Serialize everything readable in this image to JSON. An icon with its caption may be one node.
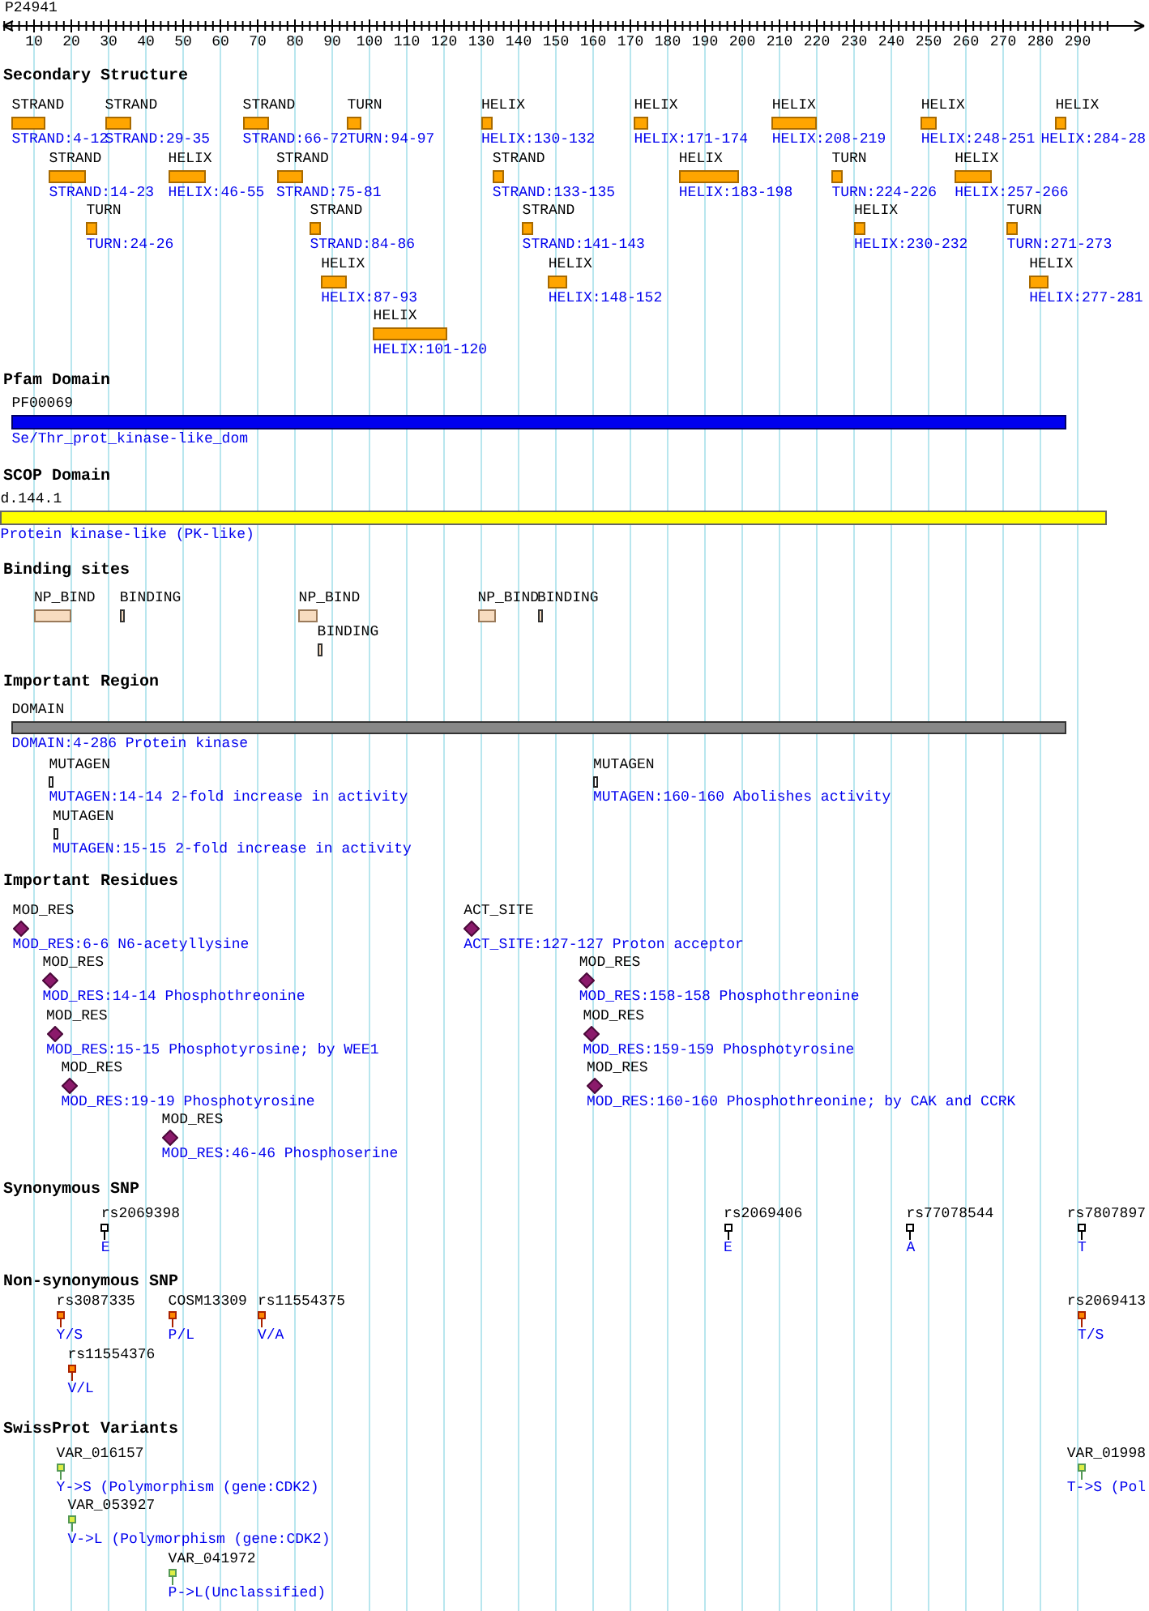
{
  "diagram": {
    "nodes": [
      {
        "text": [
          "STRAND",
          "STRAND:4-12"
        ]
      },
      {
        "text": [
          "STRAND",
          "STRAND:29-35"
        ]
      },
      {
        "text": [
          "STRAND",
          "STRAND:66-72"
        ]
      },
      {
        "text": [
          "TURN",
          "TURN:94-97"
        ]
      },
      {
        "text": [
          "HELIX",
          "HELIX:130-132"
        ]
      },
      {
        "text": [
          "HELIX",
          "HELIX:171-174"
        ]
      },
      {
        "text": [
          "HELIX",
          "HELIX:208-219"
        ]
      },
      {
        "text": [
          "HELIX",
          "HELIX:248-251"
        ]
      },
      {
        "text": [
          "HELIX",
          "HELIX:284-28"
        ]
      },
      {
        "text": [
          "STRAND",
          "STRAND:14-23"
        ]
      },
      {
        "text": [
          "HELIX",
          "HELIX:46-55"
        ]
      },
      {
        "text": [
          "STRAND",
          "STRAND:75-81"
        ]
      },
      {
        "text": [
          "STRAND",
          "STRAND:133-135"
        ]
      },
      {
        "text": [
          "HELIX",
          "HELIX:183-198"
        ]
      },
      {
        "text": [
          "TURN",
          "TURN:224-226"
        ]
      },
      {
        "text": [
          "HELIX",
          "HELIX:257-266"
        ]
      },
      {
        "text": [
          "TURN",
          "TURN:24-26"
        ]
      },
      {
        "text": [
          "STRAND",
          "STRAND:84-86"
        ]
      },
      {
        "text": [
          "STRAND",
          "STRAND:141-143"
        ]
      },
      {
        "text": [
          "HELIX",
          "HELIX:230-232"
        ]
      },
      {
        "text": [
          "TURN",
          "TURN:271-273"
        ]
      },
      {
        "text": [
          "HELIX",
          "HELIX:87-93"
        ]
      },
      {
        "text": [
          "HELIX",
          "HELIX:148-152"
        ]
      },
      {
        "text": [
          "HELIX",
          "HELIX:277-281"
        ]
      },
      {
        "text": [
          "HELIX",
          "HELIX:101-120"
        ]
      },
      {
        "text": [
          "PF00069",
          "Se/Thr_prot_kinase-like_dom"
        ]
      },
      {
        "text": [
          "d.144.1",
          "Protein kinase-like (PK-like)"
        ]
      },
      {
        "text": [
          "NP_BIND"
        ]
      },
      {
        "text": [
          "BINDING"
        ]
      },
      {
        "text": [
          "NP_BIND"
        ]
      },
      {
        "text": [
          "NP_BIND"
        ]
      },
      {
        "text": [
          "BINDING"
        ]
      },
      {
        "text": [
          "BINDING"
        ]
      },
      {
        "text": [
          "DOMAIN",
          "DOMAIN:4-286 Protein kinase"
        ]
      },
      {
        "text": [
          "MUTAGEN",
          "MUTAGEN:14-14 2-fold increase in activity"
        ]
      },
      {
        "text": [
          "MUTAGEN",
          "MUTAGEN:160-160 Abolishes activity"
        ]
      },
      {
        "text": [
          "MUTAGEN",
          "MUTAGEN:15-15 2-fold increase in activity"
        ]
      },
      {
        "text": [
          "MOD_RES",
          "MOD_RES:6-6 N6-acetyllysine"
        ]
      },
      {
        "text": [
          "ACT_SITE",
          "ACT_SITE:127-127 Proton acceptor"
        ]
      },
      {
        "text": [
          "MOD_RES",
          "MOD_RES:14-14 Phosphothreonine"
        ]
      },
      {
        "text": [
          "MOD_RES",
          "MOD_RES:158-158 Phosphothreonine"
        ]
      },
      {
        "text": [
          "MOD_RES",
          "MOD_RES:15-15 Phosphotyrosine; by WEE1"
        ]
      },
      {
        "text": [
          "MOD_RES",
          "MOD_RES:159-159 Phosphotyrosine"
        ]
      },
      {
        "text": [
          "MOD_RES",
          "MOD_RES:19-19 Phosphotyrosine"
        ]
      },
      {
        "text": [
          "MOD_RES",
          "MOD_RES:160-160 Phosphothreonine; by CAK and CCRK"
        ]
      },
      {
        "text": [
          "MOD_RES",
          "MOD_RES:46-46 Phosphoserine"
        ]
      },
      {
        "text": [
          "rs2069398",
          "E"
        ]
      },
      {
        "text": [
          "rs2069406",
          "E"
        ]
      },
      {
        "text": [
          "rs77078544",
          "A"
        ]
      },
      {
        "text": [
          "rs7807897",
          "T"
        ]
      },
      {
        "text": [
          "rs3087335",
          "Y/S"
        ]
      },
      {
        "text": [
          "COSM13309",
          "P/L"
        ]
      },
      {
        "text": [
          "rs11554375",
          "V/A"
        ]
      },
      {
        "text": [
          "rs2069413",
          "T/S"
        ]
      },
      {
        "text": [
          "rs11554376",
          "V/L"
        ]
      },
      {
        "text": [
          "VAR_016157",
          "Y->S (Polymorphism (gene:CDK2)"
        ]
      },
      {
        "text": [
          "VAR_01998",
          "T->S (Pol"
        ]
      },
      {
        "text": [
          "VAR_053927",
          "V->L (Polymorphism (gene:CDK2)"
        ]
      },
      {
        "text": [
          "VAR_041972",
          "P->L(Unclassified)"
        ]
      }
    ],
    "labels": [
      "P24941",
      "10",
      "20",
      "30",
      "40",
      "50",
      "60",
      "70",
      "80",
      "90",
      "100",
      "110",
      "120",
      "130",
      "140",
      "150",
      "160",
      "170",
      "180",
      "190",
      "200",
      "210",
      "220",
      "230",
      "240",
      "250",
      "260",
      "270",
      "280",
      "290",
      "Secondary Structure",
      "Pfam Domain",
      "SCOP Domain",
      "Binding sites",
      "Important Region",
      "Important Residues",
      "Synonymous SNP",
      "Non-synonymous SNP",
      "SwissProt Variants"
    ]
  }
}
